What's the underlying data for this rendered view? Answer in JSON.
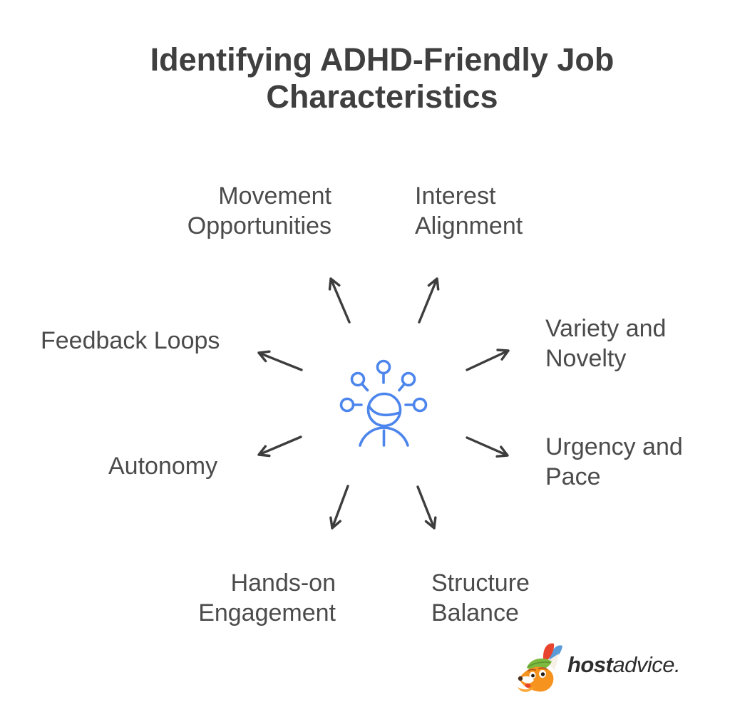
{
  "title": "Identifying ADHD-Friendly Job\nCharacteristics",
  "nodes": [
    {
      "id": "movement-opportunities",
      "label": "Movement\nOpportunities"
    },
    {
      "id": "interest-alignment",
      "label": "Interest\nAlignment"
    },
    {
      "id": "feedback-loops",
      "label": "Feedback Loops"
    },
    {
      "id": "variety-and-novelty",
      "label": "Variety and\nNovelty"
    },
    {
      "id": "autonomy",
      "label": "Autonomy"
    },
    {
      "id": "urgency-and-pace",
      "label": "Urgency and\nPace"
    },
    {
      "id": "hands-on-engagement",
      "label": "Hands-on\nEngagement"
    },
    {
      "id": "structure-balance",
      "label": "Structure\nBalance"
    }
  ],
  "center_icon": "person-with-idea-pins-icon",
  "logo": {
    "brand_bold": "host",
    "brand_rest": "advice.",
    "mascot": "fox-mascot-icon"
  },
  "colors": {
    "background": "#ffffff",
    "title_text": "#3f3f3f",
    "label_text": "#4b4b4b",
    "arrow": "#3d3d3d",
    "accent_blue": "#4c85ec",
    "logo_text": "#2d2d2d"
  }
}
